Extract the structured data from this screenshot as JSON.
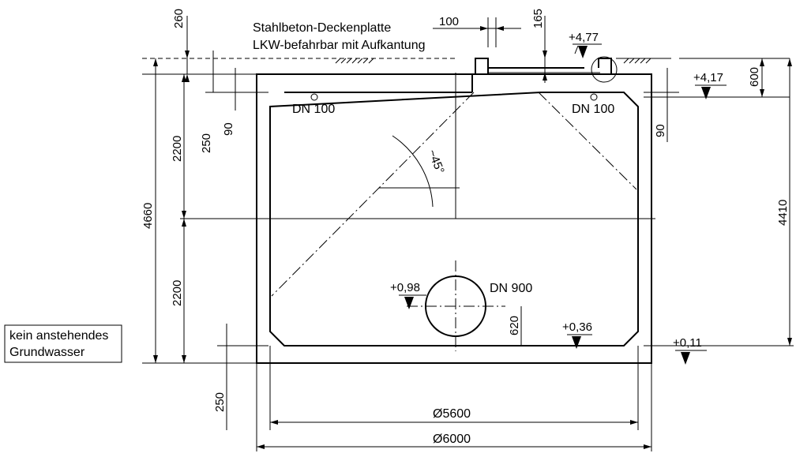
{
  "labels": {
    "slab_line1": "Stahlbeton-Deckenplatte",
    "slab_line2": "LKW-befahrbar mit Aufkantung",
    "groundwater_line1": "kein anstehendes",
    "groundwater_line2": "Grundwasser",
    "dn100_left": "DN 100",
    "dn100_right": "DN 100",
    "dn900": "DN 900",
    "angle": "~45°"
  },
  "levels": {
    "top": "+4,77",
    "inlet": "+4,17",
    "pipe": "+0,98",
    "bottom_inner": "+0,36",
    "bottom_outer": "+0,11"
  },
  "dimensions": {
    "d260": "260",
    "d100": "100",
    "d165": "165",
    "d600": "600",
    "d4660": "4660",
    "d2200_upper": "2200",
    "d2200_lower": "2200",
    "d250_upper": "250",
    "d90_left": "90",
    "d90_right": "90",
    "d250_lower": "250",
    "d620": "620",
    "d4410": "4410",
    "d5600": "Ø5600",
    "d6000": "Ø6000"
  }
}
